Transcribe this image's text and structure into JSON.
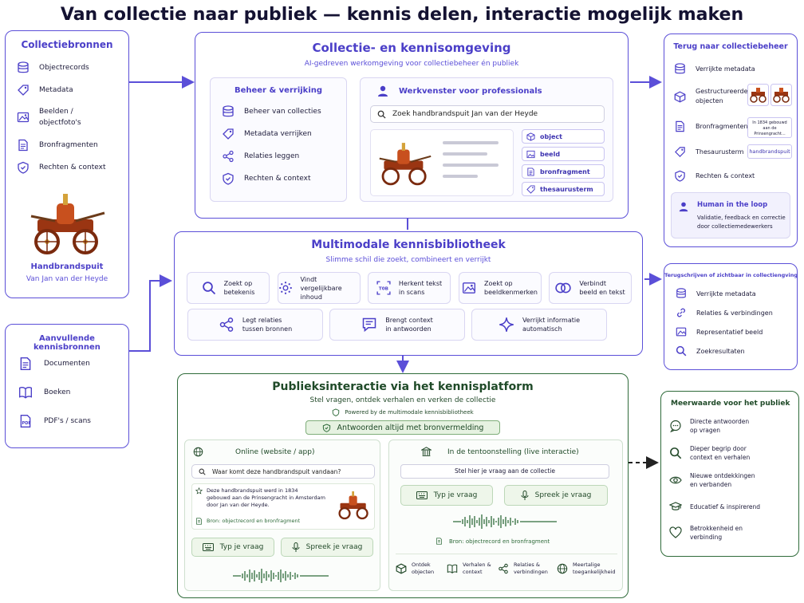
{
  "title": "Van collectie naar publiek — kennis delen, interactie mogelijk maken",
  "colors": {
    "accent": "#5b4fd8",
    "green": "#2f6b3a",
    "text": "#1d1b3a"
  },
  "left": {
    "title": "Collectiebronnen",
    "items": [
      "Objectrecords",
      "Metadata",
      "Beelden /\nobjectfoto's",
      "Bronfragmenten",
      "Rechten & context"
    ],
    "object_name": "Handbrandspuit",
    "object_maker": "Van Jan van der Heyde"
  },
  "extra": {
    "title": "Aanvullende kennisbronnen",
    "items": [
      "Documenten",
      "Boeken",
      "PDF's / scans"
    ]
  },
  "center": {
    "title": "Collectie- en kennisomgeving",
    "subtitle": "AI-gedreven werkomgeving voor collectiebeheer én publiek",
    "beheer_title": "Beheer & verrijking",
    "beheer_items": [
      "Beheer van collecties",
      "Metadata verrijken",
      "Relaties leggen",
      "Rechten & context"
    ],
    "werk_title": "Werkvenster voor professionals",
    "werk_search": "Zoek handbrandspuit Jan van der Heyde",
    "tags": [
      "object",
      "beeld",
      "bronfragment",
      "thesaurusterm"
    ]
  },
  "library": {
    "title": "Multimodale kennisbibliotheek",
    "subtitle": "Slimme schil die zoekt, combineert en verrijkt",
    "row1": [
      {
        "icon": "search-icon",
        "text": "Zoekt op\nbetekenis"
      },
      {
        "icon": "similar-icon",
        "text": "Vindt vergelijkbare\ninhoud"
      },
      {
        "icon": "ocr-icon",
        "text": "Herkent tekst\nin scans"
      },
      {
        "icon": "image-search-icon",
        "text": "Zoekt op\nbeeldkenmerken"
      },
      {
        "icon": "link-rings-icon",
        "text": "Verbindt\nbeeld en tekst"
      }
    ],
    "row2": [
      {
        "icon": "share-icon",
        "text": "Legt relaties\ntussen bronnen"
      },
      {
        "icon": "chat-icon",
        "text": "Brengt context\nin antwoorden"
      },
      {
        "icon": "sparkle-icon",
        "text": "Verrijkt informatie\nautomatisch"
      }
    ]
  },
  "right_top": {
    "title": "Terug naar collectiebeheer",
    "items": [
      "Verrijkte metadata",
      "Gestructureerde\nobjecten",
      "Bronfragmenten",
      "Thesaurusterm",
      "Rechten & context"
    ],
    "fragment_text": "In 1834 gebouwd\naan de Prinsengracht...",
    "thesaurus_tag": "handbrandspuit",
    "hitl_title": "Human in the loop",
    "hitl_text": "Validatie, feedback en correctie\ndoor collectiemedewerkers"
  },
  "right_mid": {
    "title": "Terugschrijven of zichtbaar in collectiengving",
    "items": [
      "Verrijkte metadata",
      "Relaties & verbindingen",
      "Representatief beeld",
      "Zoekresultaten"
    ]
  },
  "public": {
    "title": "Publieksinteractie via het kennisplatform",
    "subtitle": "Stel vragen, ontdek verhalen en verken de collectie",
    "powered": "Powered by de multimodale kennisbibliotheek",
    "badge": "Antwoorden altijd met bronvermelding",
    "online_title": "Online (website / app)",
    "online_question": "Waar komt deze handbrandspuit vandaan?",
    "online_answer": "Deze handbrandspuit werd in 1834\ngebouwd aan de Prinsengracht in Amsterdam\ndoor Jan van der Heyde.",
    "online_source": "Bron: objectrecord en bronfragment",
    "type_label": "Typ je vraag",
    "speak_label": "Spreek je vraag",
    "expo_title": "In de tentoonstelling (live interactie)",
    "expo_prompt": "Stel hier je vraag aan de collectie",
    "expo_source": "Bron: objectrecord en bronfragment",
    "expo_features": [
      "Ontdek\nobjecten",
      "Verhalen &\ncontext",
      "Relaties &\nverbindingen",
      "Meertalige\ntoegankelijkheid"
    ]
  },
  "value": {
    "title": "Meerwaarde voor het publiek",
    "items": [
      "Directe antwoorden\nop vragen",
      "Dieper begrip door\ncontext en verhalen",
      "Nieuwe ontdekkingen\nen verbanden",
      "Educatief & inspirerend",
      "Betrokkenheid en\nverbinding"
    ]
  }
}
